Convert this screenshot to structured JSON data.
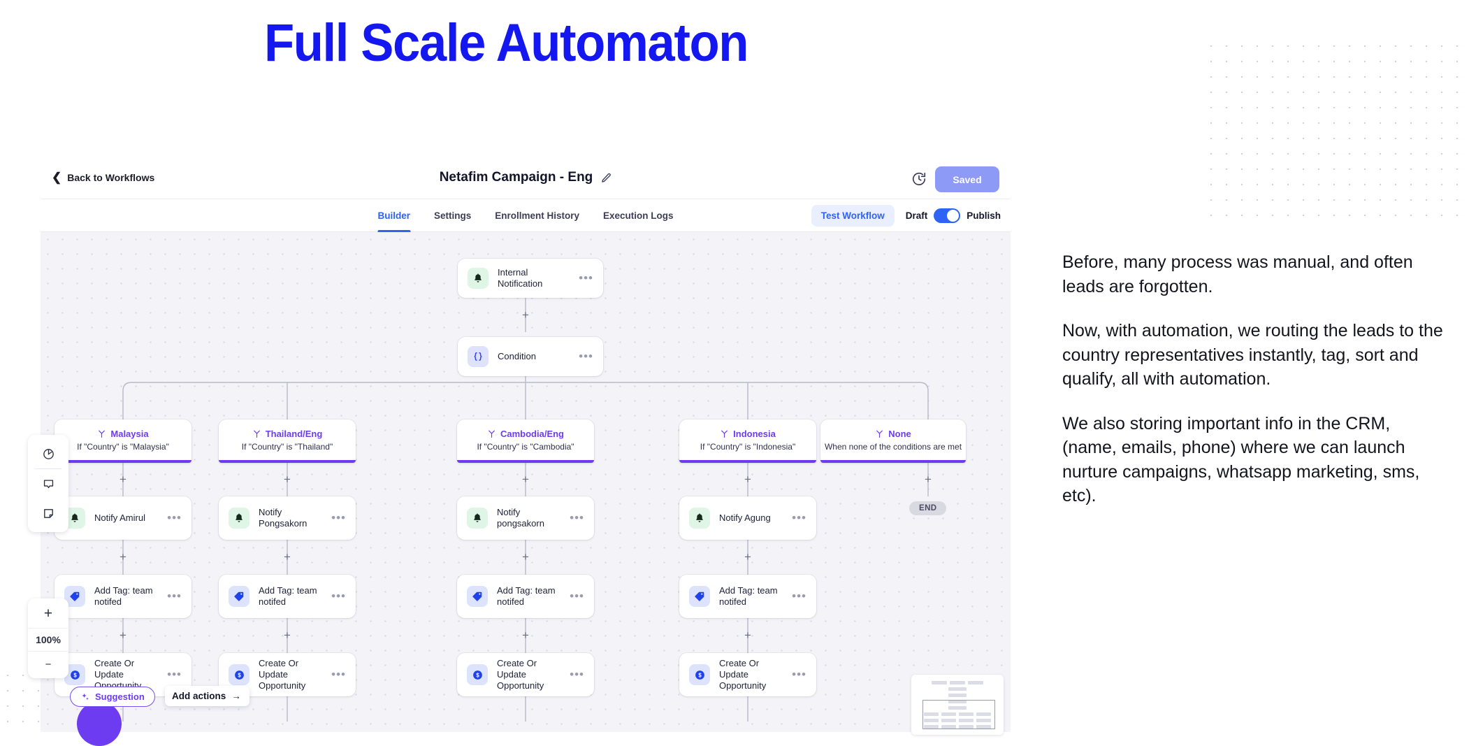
{
  "headline": "Full Scale Automaton",
  "app": {
    "back_label": "Back to Workflows",
    "workflow_title": "Netafim Campaign - Eng",
    "saved_label": "Saved",
    "tabs": [
      {
        "label": "Builder",
        "active": true
      },
      {
        "label": "Settings",
        "active": false
      },
      {
        "label": "Enrollment History",
        "active": false
      },
      {
        "label": "Execution Logs",
        "active": false
      }
    ],
    "test_workflow_label": "Test Workflow",
    "draft_label": "Draft",
    "publish_label": "Publish",
    "toggle_state": "publish"
  },
  "canvas": {
    "top_nodes": [
      {
        "label": "Internal Notification",
        "icon": "bell-icon",
        "icon_style": "green"
      },
      {
        "label": "Condition",
        "icon": "braces-icon",
        "icon_style": "lav"
      }
    ],
    "branches": [
      {
        "title": "Malaysia",
        "subtitle": "If \"Country\" is \"Malaysia\""
      },
      {
        "title": "Thailand/Eng",
        "subtitle": "If \"Country\" is \"Thailand\""
      },
      {
        "title": "Cambodia/Eng",
        "subtitle": "If \"Country\" is \"Cambodia\""
      },
      {
        "title": "Indonesia",
        "subtitle": "If \"Country\" is \"Indonesia\""
      },
      {
        "title": "None",
        "subtitle": "When none of the conditions are met"
      }
    ],
    "notify_nodes": [
      {
        "label": "Notify Amirul"
      },
      {
        "label": "Notify Pongsakorn"
      },
      {
        "label": "Notify pongsakorn"
      },
      {
        "label": "Notify Agung"
      }
    ],
    "tag_nodes": [
      {
        "label": "Add Tag: team notifed"
      },
      {
        "label": "Add Tag: team notifed"
      },
      {
        "label": "Add Tag: team notifed"
      },
      {
        "label": "Add Tag: team notifed"
      }
    ],
    "opportunity_nodes": [
      {
        "label": "Create Or Update Opportunity"
      },
      {
        "label": "Create Or Update Opportunity"
      },
      {
        "label": "Create Or Update Opportunity"
      },
      {
        "label": "Create Or Update Opportunity"
      }
    ],
    "end_label": "END",
    "menu_glyph": "•••",
    "plus_glyph": "+",
    "zoom_value": "100%",
    "zoom_in_glyph": "+",
    "zoom_out_glyph": "−",
    "suggestion_label": "Suggestion",
    "add_actions_label": "Add actions",
    "add_actions_arrow": "→",
    "tools": [
      "pie-chart-icon",
      "comment-icon",
      "note-icon"
    ]
  },
  "copy": {
    "paragraphs": [
      "Before, many process was manual, and often leads are forgotten.",
      "Now, with automation, we routing the leads to the country representatives instantly, tag, sort and qualify, all with automation.",
      "We also storing important info in the CRM, (name, emails, phone) where we can launch nurture campaigns, whatsapp marketing, sms, etc)."
    ]
  },
  "colors": {
    "headline_blue": "#1417ef",
    "accent_blue": "#2f63f6",
    "branch_purple": "#6d3cf0",
    "saved_lavender": "#8e9bf6"
  }
}
